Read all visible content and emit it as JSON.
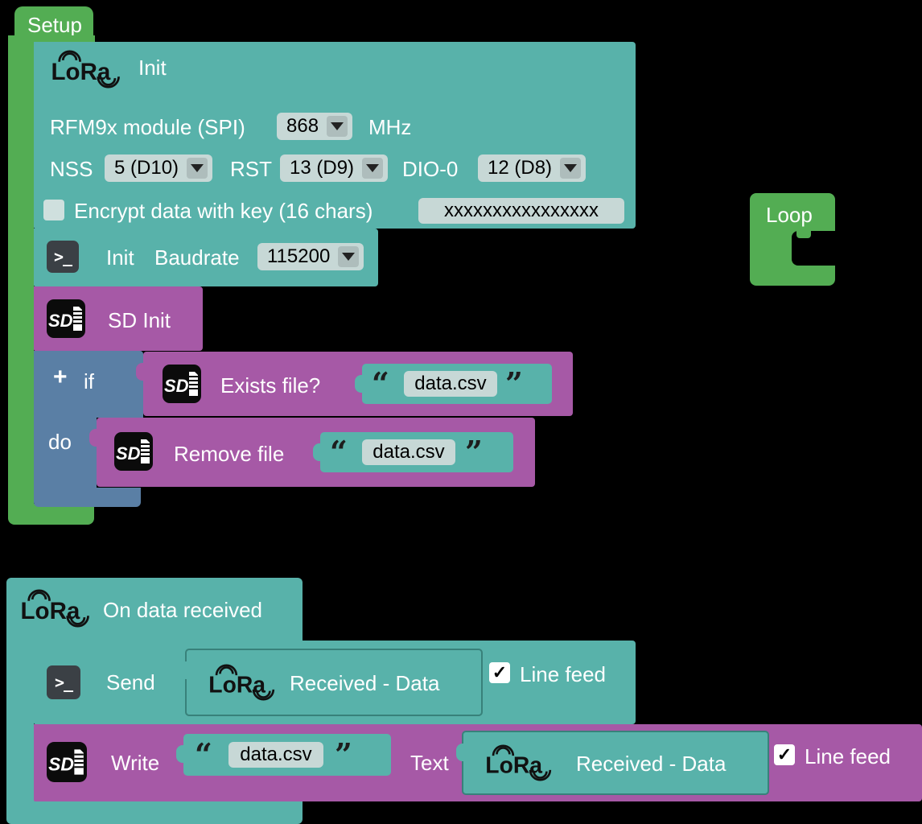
{
  "colors": {
    "workspace_bg": "#000000",
    "green": "#53ad53",
    "teal": "#58b2aa",
    "teal_border": "#38817a",
    "purple": "#a659a6",
    "blue": "#5a7fa5",
    "field": "#c7d8d6",
    "checkbox_bg": "#cfe0de",
    "quote": "#1d1d1d"
  },
  "icons": {
    "lora_logo": "LoRa",
    "sd_logo": "SD",
    "terminal": ">_",
    "dropdown_arrow": "▼",
    "check": "✓"
  },
  "setup": {
    "tab_label": "Setup",
    "lora_init": {
      "title": "Init",
      "module_label": "RFM9x module (SPI)",
      "freq_value": "868",
      "freq_unit": "MHz",
      "nss_label": "NSS",
      "nss_value": "5 (D10)",
      "rst_label": "RST",
      "rst_value": "13 (D9)",
      "dio_label": "DIO-0",
      "dio_value": "12 (D8)",
      "encrypt_label": "Encrypt data with key (16 chars)",
      "encrypt_key": "xxxxxxxxxxxxxxxx",
      "encrypt_checked": false
    },
    "serial_init": {
      "title": "Init",
      "baud_label": "Baudrate",
      "baud_value": "115200"
    },
    "sd_init": {
      "title": "SD Init"
    },
    "if_block": {
      "plus": "+",
      "if_label": "if",
      "do_label": "do",
      "exists_file": {
        "title": "Exists file?",
        "open_quote": "“",
        "filename": "data.csv",
        "close_quote": "”"
      },
      "remove_file": {
        "title": "Remove file",
        "open_quote": "“",
        "filename": "data.csv",
        "close_quote": "”"
      }
    }
  },
  "loop": {
    "tab_label": "Loop"
  },
  "on_data_received": {
    "title": "On data received",
    "send": {
      "title": "Send",
      "value_text": "Received - Data",
      "linefeed_label": "Line feed",
      "linefeed_checked": true
    },
    "write": {
      "title": "Write",
      "open_quote": "“",
      "filename": "data.csv",
      "close_quote": "”",
      "text_label": "Text",
      "value_text": "Received - Data",
      "linefeed_label": "Line feed",
      "linefeed_checked": true
    }
  }
}
